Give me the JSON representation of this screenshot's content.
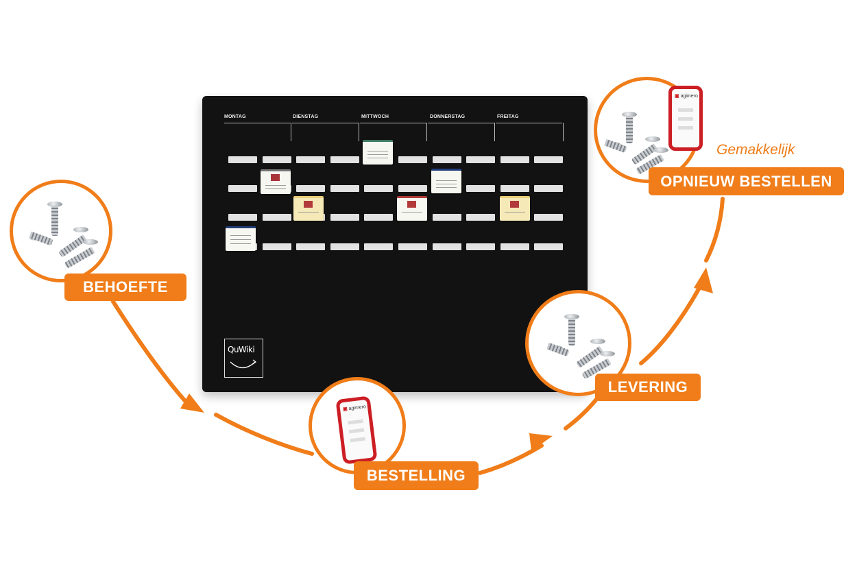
{
  "colors": {
    "accent": "#f07d19",
    "board": "#121212",
    "phone_frame": "#cc1e24"
  },
  "board": {
    "days": [
      "MONTAG",
      "DIENSTAG",
      "MITTWOCH",
      "DONNERSTAG",
      "FREITAG"
    ],
    "logo_text": "QuWiki"
  },
  "steps": {
    "behoefte": "BEHOEFTE",
    "bestelling": "BESTELLING",
    "levering": "LEVERING",
    "opnieuw_bestellen": "OPNIEUW BESTELLEN"
  },
  "tagline": "Gemakkelijk",
  "icons": {
    "needs": "screws-icon",
    "order": "phone-order-icon",
    "delivery": "screws-icon",
    "reorder": "phone-order-icon"
  },
  "phone_brand": "agimero"
}
